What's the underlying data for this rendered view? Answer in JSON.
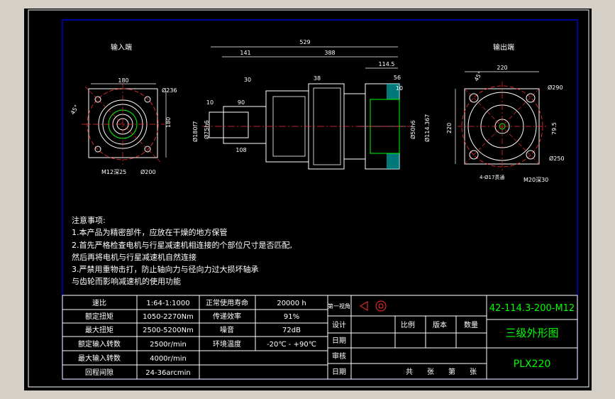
{
  "titles": {
    "input_end": "输入端",
    "output_end": "输出端"
  },
  "dims_top": {
    "d529": "529",
    "d141": "141",
    "d388": "388",
    "d114_5": "114.5",
    "d30": "30",
    "d38": "38",
    "d10a": "10",
    "d56": "56",
    "d10b": "10",
    "d90": "10",
    "d90b": "90",
    "d108": "108"
  },
  "dims_side": {
    "d180e8": "Ø180f7",
    "d75h6": "Ø75h6",
    "d50h6": "Ø50h6",
    "d114_3": "Ø114.367"
  },
  "dims_left": {
    "d180": "180",
    "d236": "Ø236",
    "angle45": "45°",
    "d180v": "180",
    "m12": "M12深25",
    "d200": "Ø200"
  },
  "dims_right": {
    "d220": "220",
    "angle45": "45°",
    "d290": "Ø290",
    "d220v": "220",
    "d79_5": "79.5",
    "d250": "Ø250",
    "holes": "4-Ø17贯通",
    "m20": "M20深30"
  },
  "notes": {
    "title": "注意事项:",
    "lines": [
      "1.本产品为精密部件，应放在干燥的地方保管",
      "2.首先严格检查电机与行星减速机相连接的个部位尺寸是否匹配,",
      "然后再将电机与行星减速机自然连接",
      "3.严禁用重物击打，防止轴向力与径向力过大损坏轴承",
      "与齿轮而影响减速机的使用功能"
    ]
  },
  "spec_table": {
    "rows": [
      [
        "速比",
        "1:64-1:1000",
        "正常使用寿命",
        "20000 h"
      ],
      [
        "额定扭矩",
        "1050-2270Nm",
        "传递效率",
        "91%"
      ],
      [
        "最大扭矩",
        "2500-5200Nm",
        "噪音",
        "72dB"
      ],
      [
        "额定输入转数",
        "2500r/min",
        "环境温度",
        "-20℃ - +90℃"
      ],
      [
        "最大输入转数",
        "4000r/min",
        "",
        ""
      ],
      [
        "回程间隙",
        "24-36arcmin",
        "",
        ""
      ]
    ]
  },
  "title_block": {
    "first_angle": "第一视角",
    "code": "42-114.3-200-M12",
    "design": "设计",
    "ratio": "比例",
    "version": "版本",
    "qty": "数量",
    "date1": "日期",
    "review": "审核",
    "date2": "日期",
    "drawing_name": "三级外形图",
    "model": "PLX220",
    "sheet_total": "共",
    "sheet": "张",
    "sheet_no": "第",
    "page": "张"
  },
  "colors": {
    "bg": "#000000",
    "frame": "#ffffff",
    "border": "#0000ff",
    "line": "#ffffff",
    "center": "#ff3030",
    "dim": "#ffffff",
    "green": "#00ff00",
    "teal": "#00c8c8"
  }
}
